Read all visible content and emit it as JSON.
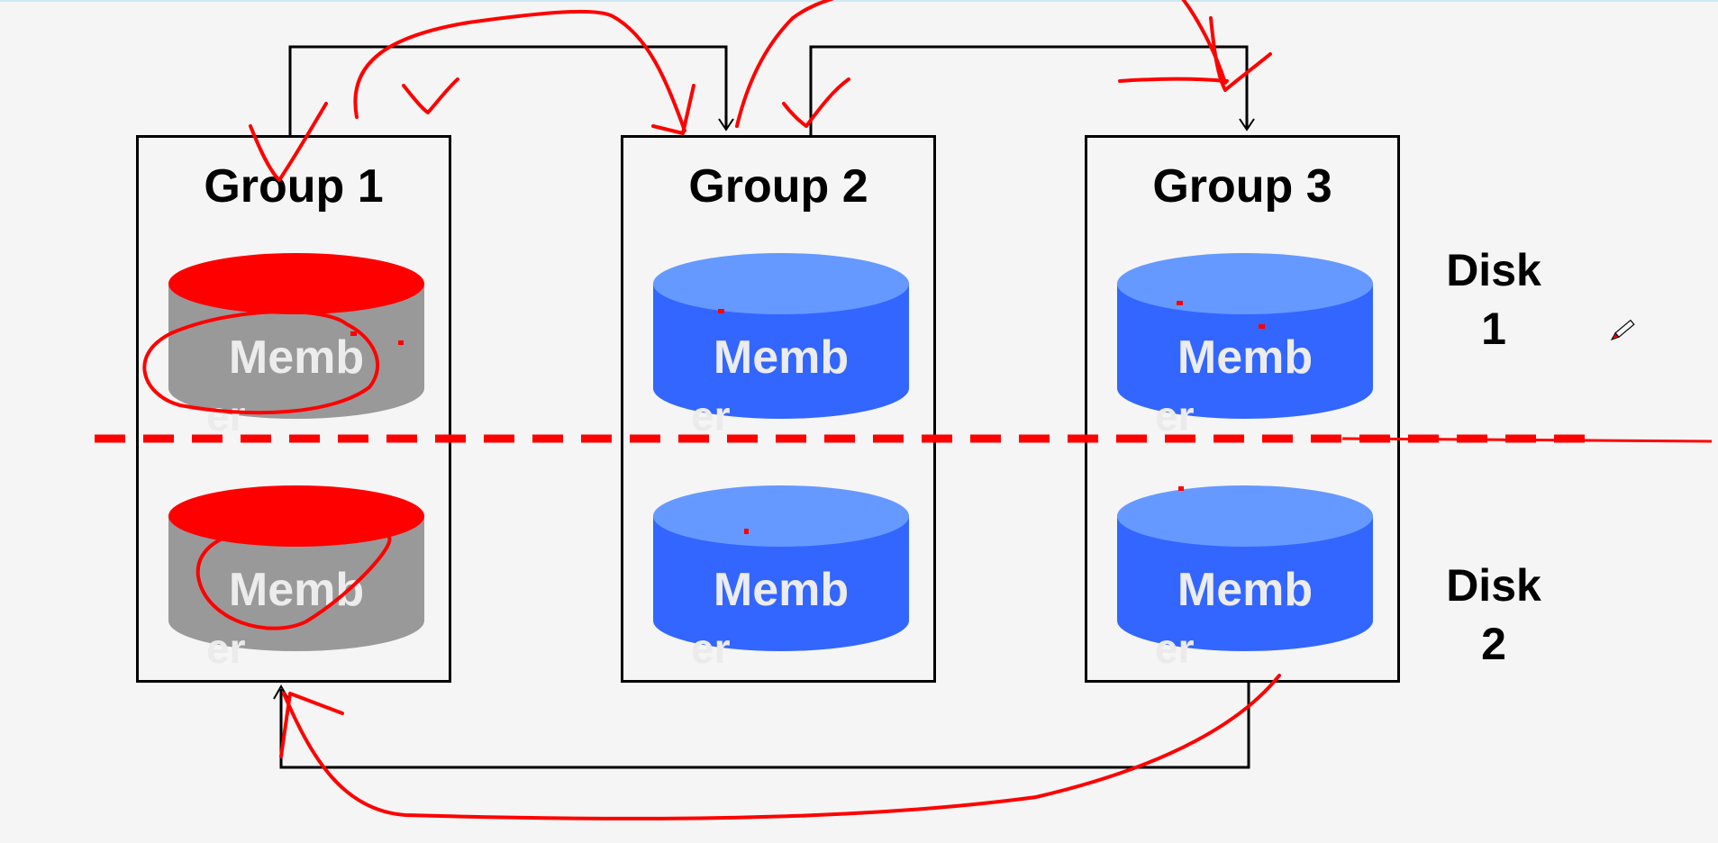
{
  "groups": [
    {
      "title": "Group 1",
      "disks": [
        {
          "label": "Memb",
          "suffix": "er",
          "state": "failed"
        },
        {
          "label": "Memb",
          "suffix": "er",
          "state": "failed"
        }
      ]
    },
    {
      "title": "Group 2",
      "disks": [
        {
          "label": "Memb",
          "suffix": "er",
          "state": "ok"
        },
        {
          "label": "Memb",
          "suffix": "er",
          "state": "ok"
        }
      ]
    },
    {
      "title": "Group 3",
      "disks": [
        {
          "label": "Memb",
          "suffix": "er",
          "state": "ok"
        },
        {
          "label": "Memb",
          "suffix": "er",
          "state": "ok"
        }
      ]
    }
  ],
  "side_labels": [
    {
      "line1": "Disk",
      "line2": "1"
    },
    {
      "line1": "Disk",
      "line2": "2"
    }
  ],
  "colors": {
    "disk_body_ok": "#3366ff",
    "disk_top_ok": "#6699ff",
    "disk_body_failed": "#999999",
    "disk_top_failed": "#ff0000",
    "annotation": "#ff0000",
    "divider": "#ff0000"
  },
  "icons": [
    "pen-cursor-icon"
  ]
}
